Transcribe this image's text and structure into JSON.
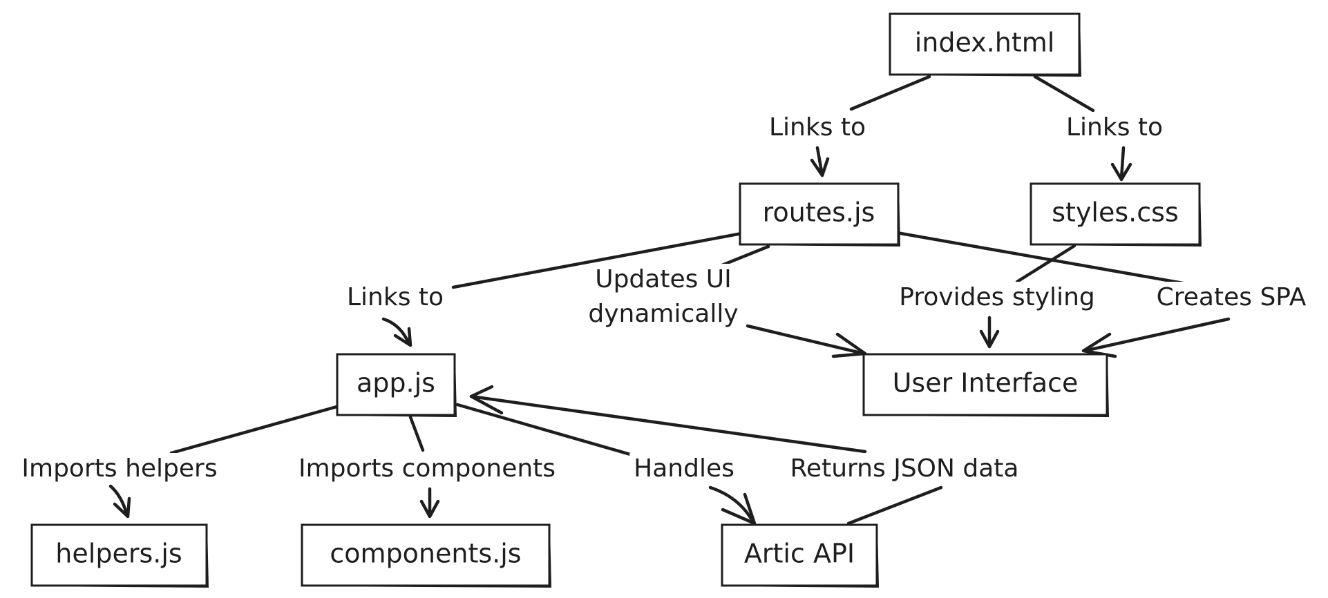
{
  "nodes": {
    "index_html": "index.html",
    "routes_js": "routes.js",
    "styles_css": "styles.css",
    "app_js": "app.js",
    "user_interface": "User Interface",
    "helpers_js": "helpers.js",
    "components_js": "components.js",
    "artic_api": "Artic API"
  },
  "edges": {
    "index_to_routes": "Links to",
    "index_to_styles": "Links to",
    "routes_to_app": "Links to",
    "routes_updates_ui_line1": "Updates UI",
    "routes_updates_ui_line2": "dynamically",
    "styles_provides_styling": "Provides styling",
    "routes_creates_spa": "Creates SPA",
    "app_imports_helpers": "Imports helpers",
    "app_imports_components": "Imports components",
    "app_handles_api": "Handles",
    "api_returns_json": "Returns JSON data"
  },
  "colors": {
    "stroke": "#1e1e1e",
    "background": "#ffffff"
  }
}
